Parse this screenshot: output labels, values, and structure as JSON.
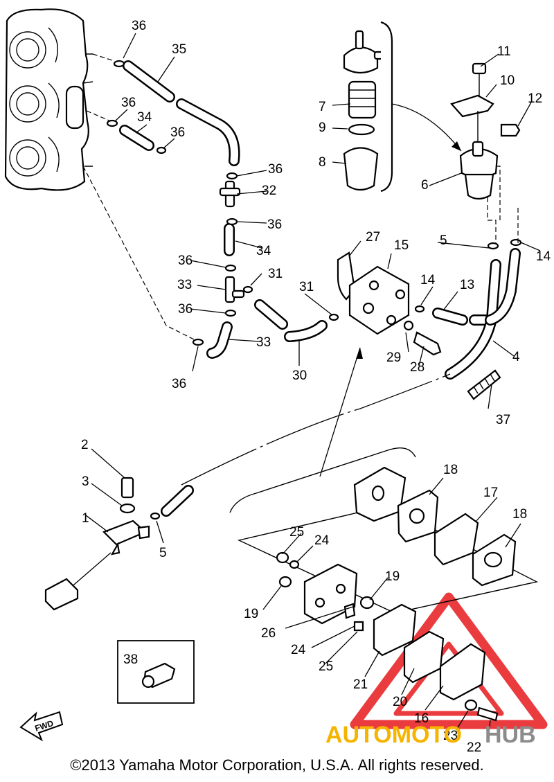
{
  "diagram": {
    "callouts": [
      "1",
      "2",
      "3",
      "4",
      "5",
      "5",
      "6",
      "7",
      "8",
      "9",
      "10",
      "11",
      "12",
      "13",
      "14",
      "14",
      "15",
      "16",
      "17",
      "18",
      "18",
      "19",
      "19",
      "20",
      "21",
      "22",
      "23",
      "24",
      "24",
      "25",
      "25",
      "26",
      "27",
      "28",
      "29",
      "30",
      "31",
      "31",
      "32",
      "33",
      "33",
      "34",
      "34",
      "35",
      "36",
      "36",
      "36",
      "36",
      "36",
      "36",
      "36",
      "36",
      "37",
      "38"
    ],
    "fwd_label": "FWD",
    "copyright": "©2013 Yamaha Motor Corporation, U.S.A. All rights reserved."
  },
  "watermark": {
    "part1": "AUTOMOTO",
    "part2": "HUB",
    "colors": {
      "triangle": "#e8262a",
      "auto": "#f5b400",
      "hub": "#8c8c8c"
    }
  }
}
